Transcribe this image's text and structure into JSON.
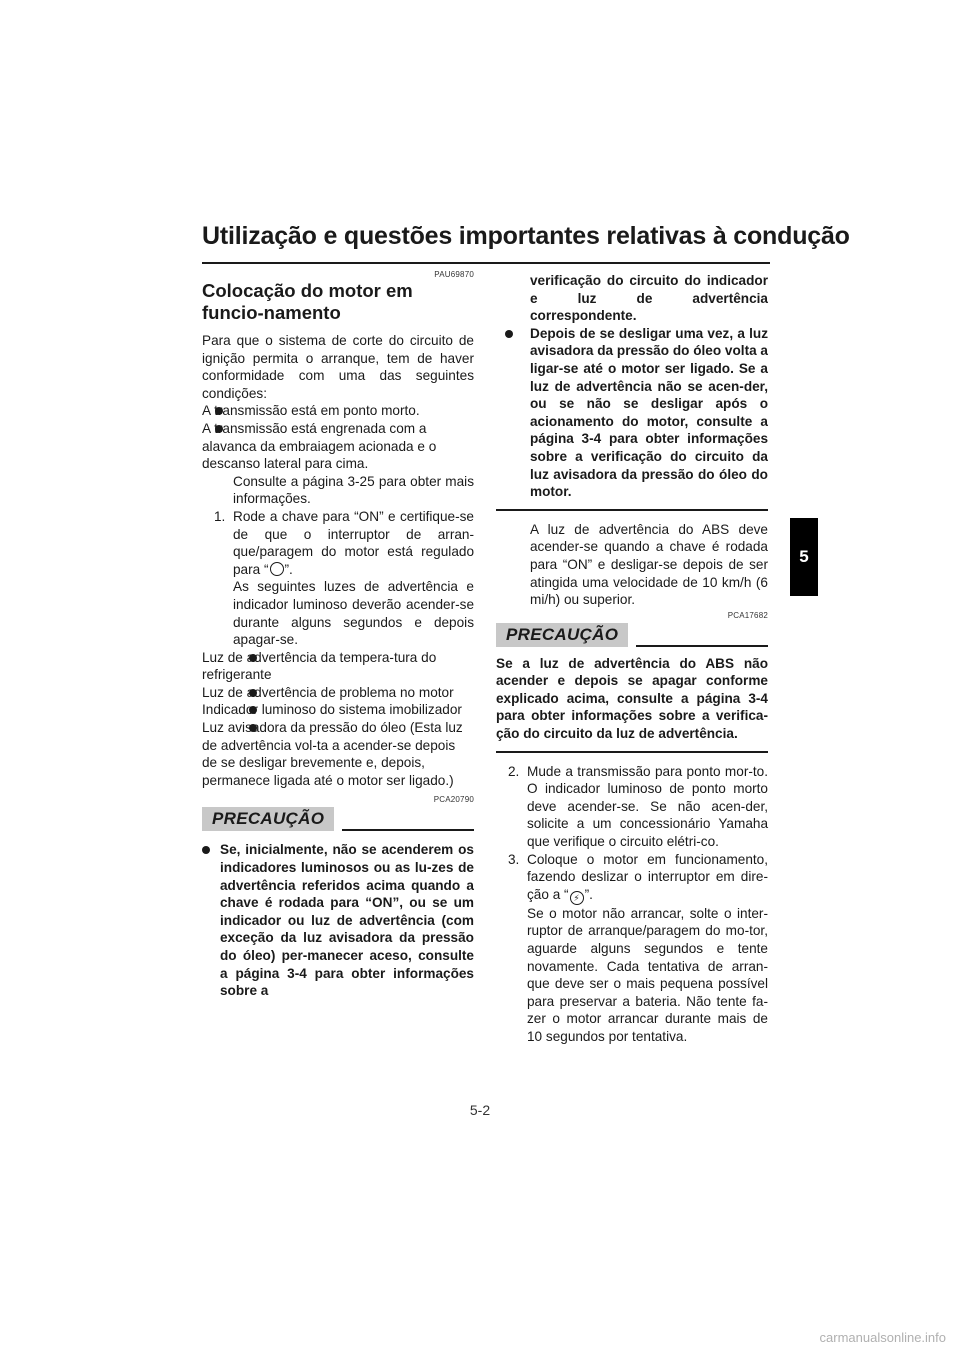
{
  "header": {
    "title": "Utilização e questões importantes relativas à condução",
    "chapter": "5",
    "page_number": "5-2",
    "watermark": "carmanualsonline.info"
  },
  "left": {
    "code": "PAU69870",
    "section_title": "Colocação do motor em funcio-namento",
    "intro": "Para que o sistema de corte do circuito de ignição permita o arranque, tem de haver conformidade com uma das seguintes condições:",
    "conditions": [
      "A transmissão está em ponto morto.",
      "A transmissão está engrenada com a alavanca da embraiagem acionada e o descanso lateral para cima."
    ],
    "conditions_note": "Consulte a página 3-25 para obter mais informações.",
    "step1_number": "1.",
    "step1_text_a": "Rode a chave para “ON” e certifique-se de que o interruptor de arran-que/paragem do motor está regulado para “",
    "step1_text_b": "”.",
    "step1_note": "As seguintes luzes de advertência e indicador luminoso deverão acender-se durante alguns segundos e depois apagar-se.",
    "lights": [
      "Luz de advertência da tempera-tura do refrigerante",
      "Luz de advertência de problema no motor",
      "Indicador luminoso do sistema imobilizador",
      "Luz avisadora da pressão do óleo (Esta luz de advertência vol-ta a acender-se depois de se desligar brevemente e, depois, permanece ligada até o motor ser ligado.)"
    ],
    "caution_code": "PCA20790",
    "caution_label": "PRECAUÇÃO",
    "caution_bullet": "Se, inicialmente, não se acenderem os indicadores luminosos ou as lu-zes de advertência referidos acima quando a chave é rodada para “ON”, ou se um indicador ou luz de advertência (com exceção da luz avisadora da pressão do óleo) per-manecer aceso, consulte a página 3-4 para obter informações sobre a"
  },
  "right": {
    "caution_continued": "verificação do circuito do indicador e luz de advertência correspondente.",
    "caution_bullet2": "Depois de se desligar uma vez, a luz avisadora da pressão do óleo volta a ligar-se até o motor ser ligado. Se a luz de advertência não se acen-der, ou se não se desligar após o acionamento do motor, consulte a página 3-4 para obter informações sobre a verificação do circuito da luz avisadora da pressão do óleo do motor.",
    "abs_note": "A luz de advertência do ABS deve acender-se quando a chave é rodada para “ON” e desligar-se depois de ser atingida uma velocidade de 10 km/h (6 mi/h) ou superior.",
    "caution2_code": "PCA17682",
    "caution2_label": "PRECAUÇÃO",
    "caution2_text": "Se a luz de advertência do ABS não acender e depois se apagar conforme explicado acima, consulte a página 3-4 para obter informações sobre a verifica-ção do circuito da luz de advertência.",
    "step2_number": "2.",
    "step2_text": "Mude a transmissão para ponto mor-to. O indicador luminoso de ponto morto deve acender-se. Se não acen-der, solicite a um concessionário Yamaha que verifique o circuito elétri-co.",
    "step3_number": "3.",
    "step3_text_a": "Coloque o motor em funcionamento, fazendo deslizar o interruptor em dire-ção a “",
    "step3_text_b": "”.",
    "step3_note": "Se o motor não arrancar, solte o inter-ruptor de arranque/paragem do mo-tor, aguarde alguns segundos e tente novamente. Cada tentativa de arran-que deve ser o mais pequena possível para preservar a bateria. Não tente fa-zer o motor arrancar durante mais de 10 segundos por tentativa."
  }
}
